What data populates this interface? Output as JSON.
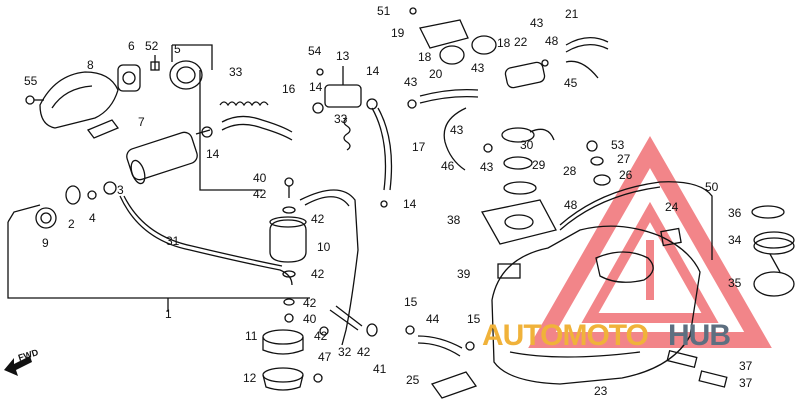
{
  "labels": {
    "l1": "1",
    "l2": "2",
    "l3": "3",
    "l4": "4",
    "l5": "5",
    "l6": "6",
    "l7": "7",
    "l8": "8",
    "l9": "9",
    "l10": "10",
    "l11": "11",
    "l12": "12",
    "l13": "13",
    "l14a": "14",
    "l14b": "14",
    "l14c": "14",
    "l14d": "14",
    "l15a": "15",
    "l15b": "15",
    "l16": "16",
    "l17": "17",
    "l18a": "18",
    "l18b": "18",
    "l19": "19",
    "l20": "20",
    "l21": "21",
    "l22": "22",
    "l23": "23",
    "l24": "24",
    "l25": "25",
    "l26": "26",
    "l27": "27",
    "l28": "28",
    "l29": "29",
    "l30": "30",
    "l31": "31",
    "l32": "32",
    "l33a": "33",
    "l33b": "33",
    "l34": "34",
    "l35": "35",
    "l36": "36",
    "l37a": "37",
    "l37b": "37",
    "l38": "38",
    "l39": "39",
    "l40a": "40",
    "l40b": "40",
    "l41": "41",
    "l42a": "42",
    "l42b": "42",
    "l42c": "42",
    "l42d": "42",
    "l42e": "42",
    "l42f": "42",
    "l43a": "43",
    "l43b": "43",
    "l43c": "43",
    "l43d": "43",
    "l43e": "43",
    "l44": "44",
    "l45": "45",
    "l46": "46",
    "l47": "47",
    "l48a": "48",
    "l48b": "48",
    "l50": "50",
    "l51": "51",
    "l52": "52",
    "l53": "53",
    "l54": "54",
    "l55": "55"
  },
  "fwd_label": "FWD",
  "watermark": {
    "part1": "AUTOMOTO",
    "part2": "HUB",
    "color_primary": "#e8232a",
    "color_secondary": "#f0b23a",
    "color_dark": "#5d6f80"
  },
  "colors": {
    "ink": "#111111",
    "paper": "#ffffff"
  }
}
